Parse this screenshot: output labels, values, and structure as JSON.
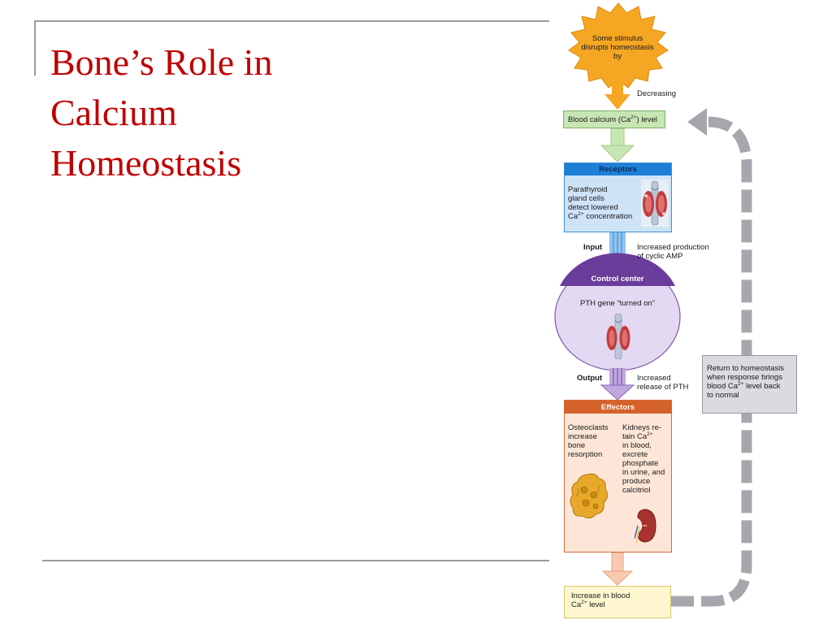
{
  "slide": {
    "title_lines": [
      "Bone’s Role in",
      "Calcium",
      "Homeostasis"
    ]
  },
  "diagram": {
    "stimulus": {
      "line1": "Some stimulus",
      "line2": "disrupts homeostasis by"
    },
    "decreasing": "Decreasing",
    "level": {
      "pre": "Blood calcium (Ca",
      "sup": "2+",
      "post": ") level"
    },
    "receptors": {
      "heading": "Receptors",
      "lines": [
        "Parathyroid",
        "gland cells",
        "detect lowered"
      ],
      "last_pre": "Ca",
      "last_sup": "2+",
      "last_post": " concentration"
    },
    "input": {
      "label": "Input",
      "line1": "Increased production",
      "line2": "of cyclic AMP"
    },
    "control": {
      "heading": "Control center",
      "text": "PTH gene “turned on”"
    },
    "output": {
      "label": "Output",
      "line1": "Increased",
      "line2": "release of PTH"
    },
    "effectors": {
      "heading": "Effectors",
      "osteoclasts": [
        "Osteoclasts",
        "increase",
        "bone",
        "resorption"
      ],
      "kidneys_line1": "Kidneys re-",
      "kidneys_line2_pre": "tain Ca",
      "kidneys_line2_sup": "2+",
      "kidneys_rest": [
        "in blood,",
        "excrete",
        "phosphate",
        "in urine, and",
        "produce",
        "calcitriol"
      ]
    },
    "return": {
      "line1": "Return to homeostasis",
      "line2": "when response brings",
      "line3_pre": "blood Ca",
      "line3_sup": "2+",
      "line3_post": " level back",
      "line4": "to normal"
    },
    "increase": {
      "line1": "Increase in blood",
      "line2_pre": "Ca",
      "line2_sup": "2+",
      "line2_post": " level"
    },
    "colors": {
      "stimulus": "#f5a623",
      "level": "#c8e6b4",
      "receptors": "#1e7fd6",
      "control": "#6a3d9a",
      "effectors": "#d4622a",
      "return_arrow": "#a8a6ad",
      "increase": "#fdf6cf"
    },
    "icons": [
      "parathyroid-gland-icon",
      "osteoclast-cell-icon",
      "kidney-icon"
    ]
  }
}
